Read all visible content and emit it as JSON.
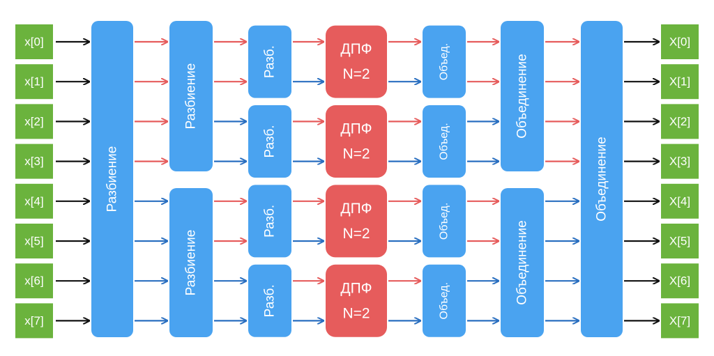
{
  "colors": {
    "io_box": "#6bb33d",
    "split_box": "#4aa3f0",
    "dft_box": "#e65c5c",
    "arrow_black": "#111111",
    "arrow_red": "#e65c5c",
    "arrow_blue": "#2a6fc0",
    "text": "#ffffff"
  },
  "inputs": [
    "x[0]",
    "x[1]",
    "x[2]",
    "x[3]",
    "x[4]",
    "x[5]",
    "x[6]",
    "x[7]"
  ],
  "outputs": [
    "X[0]",
    "X[1]",
    "X[2]",
    "X[3]",
    "X[4]",
    "X[5]",
    "X[6]",
    "X[7]"
  ],
  "stages": {
    "split_1": [
      "Разбиение"
    ],
    "split_2": [
      "Разбиение",
      "Разбиение"
    ],
    "split_3": [
      "Разб.",
      "Разб.",
      "Разб.",
      "Разб."
    ],
    "dft": [
      {
        "line1": "ДПФ",
        "line2": "N=2"
      },
      {
        "line1": "ДПФ",
        "line2": "N=2"
      },
      {
        "line1": "ДПФ",
        "line2": "N=2"
      },
      {
        "line1": "ДПФ",
        "line2": "N=2"
      }
    ],
    "merge_3": [
      "Объед.",
      "Объед.",
      "Объед.",
      "Объед."
    ],
    "merge_2": [
      "Объединение",
      "Объединение"
    ],
    "merge_1": [
      "Объединение"
    ]
  },
  "arrow_colors": {
    "after_split_1": [
      "red",
      "red",
      "red",
      "red",
      "blue",
      "blue",
      "blue",
      "blue"
    ],
    "after_split_2": [
      "red",
      "red",
      "blue",
      "blue",
      "red",
      "red",
      "blue",
      "blue"
    ],
    "after_split_3": [
      "red",
      "blue",
      "red",
      "blue",
      "red",
      "blue",
      "red",
      "blue"
    ],
    "after_dft": [
      "red",
      "blue",
      "red",
      "blue",
      "red",
      "blue",
      "red",
      "blue"
    ],
    "after_merge_3": [
      "red",
      "red",
      "blue",
      "blue",
      "red",
      "red",
      "blue",
      "blue"
    ],
    "after_merge_2": [
      "red",
      "red",
      "red",
      "red",
      "blue",
      "blue",
      "blue",
      "blue"
    ]
  }
}
